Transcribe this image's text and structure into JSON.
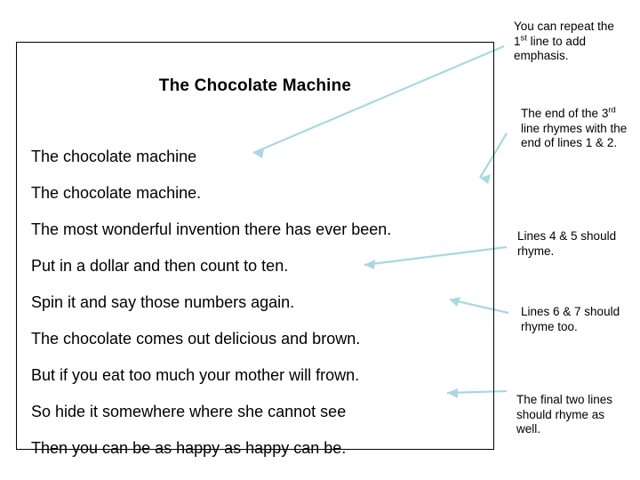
{
  "slide": {
    "title": "The Chocolate Machine",
    "poem_lines": [
      "The chocolate machine",
      "The chocolate machine.",
      "The most wonderful invention there has ever been.",
      "Put in a dollar and then count to ten.",
      "Spin it and say those numbers again.",
      "The chocolate comes out delicious and brown.",
      "But if you eat too much your mother will frown.",
      "So hide it somewhere where she cannot see",
      "Then you can be as happy as happy can be."
    ],
    "notes": [
      {
        "id": "note-repeat-first-line",
        "pre": "You can repeat the 1",
        "sup": "st",
        "post": " line to add emphasis."
      },
      {
        "id": "note-third-line-rhyme",
        "pre": "The end of the 3",
        "sup": "rd",
        "post": " line rhymes with the end of lines 1 & 2."
      },
      {
        "id": "note-lines-4-5",
        "pre": "Lines 4 & 5 should rhyme.",
        "sup": "",
        "post": ""
      },
      {
        "id": "note-lines-6-7",
        "pre": "Lines 6 & 7 should rhyme too.",
        "sup": "",
        "post": ""
      },
      {
        "id": "note-final-two-lines",
        "pre": "The final two lines should rhyme as well.",
        "sup": "",
        "post": ""
      }
    ],
    "colors": {
      "arrow": "#a8d8e0",
      "text": "#000000",
      "border": "#000000",
      "background": "#ffffff"
    }
  }
}
